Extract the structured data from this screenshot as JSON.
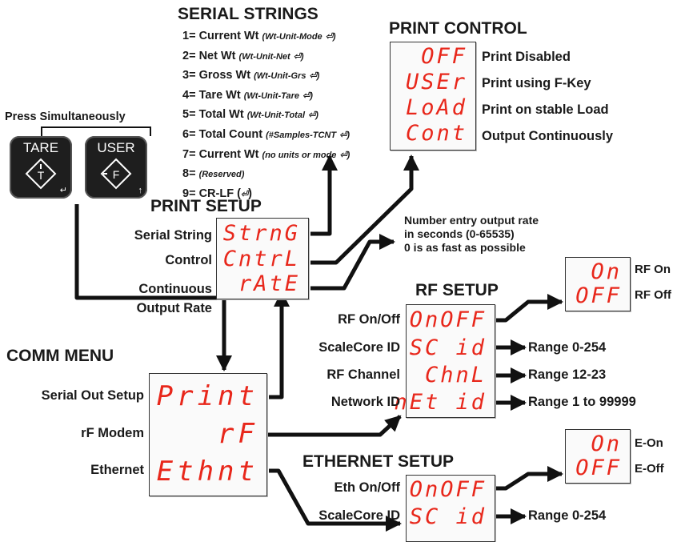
{
  "serial_strings": {
    "title": "SERIAL STRINGS",
    "items": [
      {
        "num": "1=",
        "label": "Current Wt",
        "detail": "(Wt-Unit-Mode"
      },
      {
        "num": "2=",
        "label": "Net Wt",
        "detail": "(Wt-Unit-Net"
      },
      {
        "num": "3=",
        "label": "Gross Wt",
        "detail": "(Wt-Unit-Grs"
      },
      {
        "num": "4=",
        "label": "Tare Wt",
        "detail": "(Wt-Unit-Tare"
      },
      {
        "num": "5=",
        "label": "Total Wt",
        "detail": "(Wt-Unit-Total"
      },
      {
        "num": "6=",
        "label": "Total Count",
        "detail": "(#Samples-TCNT"
      },
      {
        "num": "7=",
        "label": "Current Wt",
        "detail": "(no units or mode"
      },
      {
        "num": "8=",
        "label": "",
        "detail": "(Reserved)"
      },
      {
        "num": "9=",
        "label": "CR-LF (",
        "detail": ""
      }
    ]
  },
  "print_control": {
    "title": "PRINT CONTROL",
    "rows": [
      {
        "display": "OFF",
        "desc": "Print Disabled"
      },
      {
        "display": "USEr",
        "desc": "Print using F-Key"
      },
      {
        "display": "LoAd",
        "desc": "Print on stable Load"
      },
      {
        "display": "Cont",
        "desc": "Output Continuously"
      }
    ]
  },
  "keys": {
    "caption": "Press Simultaneously",
    "tare": "TARE",
    "tare_letter": "T",
    "user": "USER",
    "user_letter": "F"
  },
  "print_setup": {
    "title": "PRINT SETUP",
    "rows": [
      {
        "label": "Serial String",
        "display": "StrnG"
      },
      {
        "label": "Control",
        "display": "CntrL"
      },
      {
        "label": "Continuous\nOutput Rate",
        "display": "rAtE"
      }
    ],
    "rate_note": "Number entry output rate\nin seconds (0-65535)\n0 is as fast as possible"
  },
  "rf_setup": {
    "title": "RF SETUP",
    "rows": [
      {
        "label": "RF On/Off",
        "display": "OnOFF"
      },
      {
        "label": "ScaleCore ID",
        "display": "SC id",
        "range": "Range 0-254"
      },
      {
        "label": "RF Channel",
        "display": "ChnL",
        "range": "Range 12-23"
      },
      {
        "label": "Network ID",
        "display": "nEt id",
        "range": "Range 1 to 99999"
      }
    ],
    "options": [
      {
        "display": "On",
        "label": "RF On"
      },
      {
        "display": "OFF",
        "label": "RF Off"
      }
    ]
  },
  "comm_menu": {
    "title": "COMM MENU",
    "rows": [
      {
        "label": "Serial Out Setup",
        "display": "Print"
      },
      {
        "label": "rF Modem",
        "display": "rF"
      },
      {
        "label": "Ethernet",
        "display": "Ethnt"
      }
    ]
  },
  "ethernet_setup": {
    "title": "ETHERNET SETUP",
    "rows": [
      {
        "label": "Eth On/Off",
        "display": "OnOFF"
      },
      {
        "label": "ScaleCore ID",
        "display": "SC id",
        "range": "Range 0-254"
      }
    ],
    "options": [
      {
        "display": "On",
        "label": "E-On"
      },
      {
        "display": "OFF",
        "label": "E-Off"
      }
    ]
  },
  "colors": {
    "segment": "#e8271b",
    "wire": "#111111",
    "key": "#1e1e1e"
  }
}
